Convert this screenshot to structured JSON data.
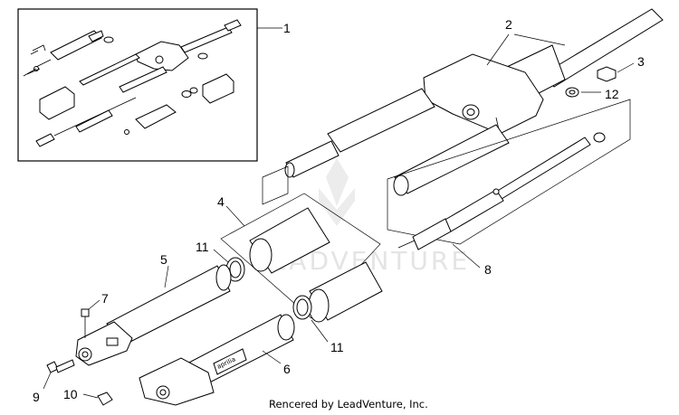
{
  "diagram": {
    "callouts": [
      {
        "id": "1",
        "label": "1"
      },
      {
        "id": "2",
        "label": "2"
      },
      {
        "id": "3",
        "label": "3"
      },
      {
        "id": "12",
        "label": "12"
      },
      {
        "id": "4",
        "label": "4"
      },
      {
        "id": "11a",
        "label": "11"
      },
      {
        "id": "5",
        "label": "5"
      },
      {
        "id": "8",
        "label": "8"
      },
      {
        "id": "7",
        "label": "7"
      },
      {
        "id": "11b",
        "label": "11"
      },
      {
        "id": "6",
        "label": "6"
      },
      {
        "id": "9",
        "label": "9"
      },
      {
        "id": "10",
        "label": "10"
      }
    ],
    "slider_brand": "aprilia",
    "watermark": "LEADVENTURE",
    "footer": "Rencered by LeadVenture, Inc."
  }
}
